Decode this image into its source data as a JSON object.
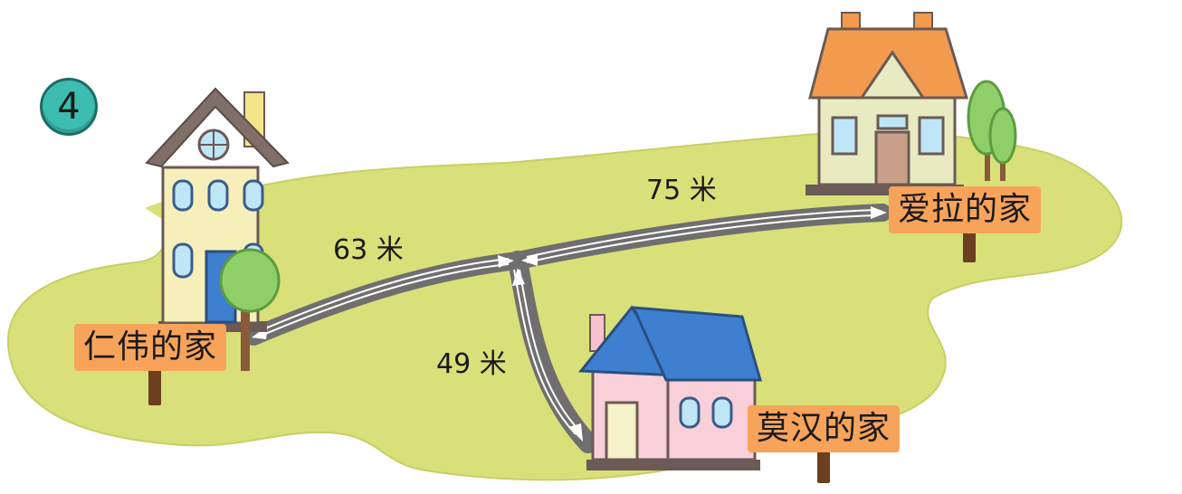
{
  "problem_number": "4",
  "distances": {
    "renwei_to_junction": "63 米",
    "junction_to_aila": "75 米",
    "junction_to_mohan": "49 米"
  },
  "houses": {
    "renwei": "仁伟的家",
    "aila": "爱拉的家",
    "mohan": "莫汉的家"
  },
  "colors": {
    "grass": "#d9e07a",
    "road": "#6f6f6f",
    "sign": "#f7a35a",
    "badge": "#3dbdb0"
  }
}
